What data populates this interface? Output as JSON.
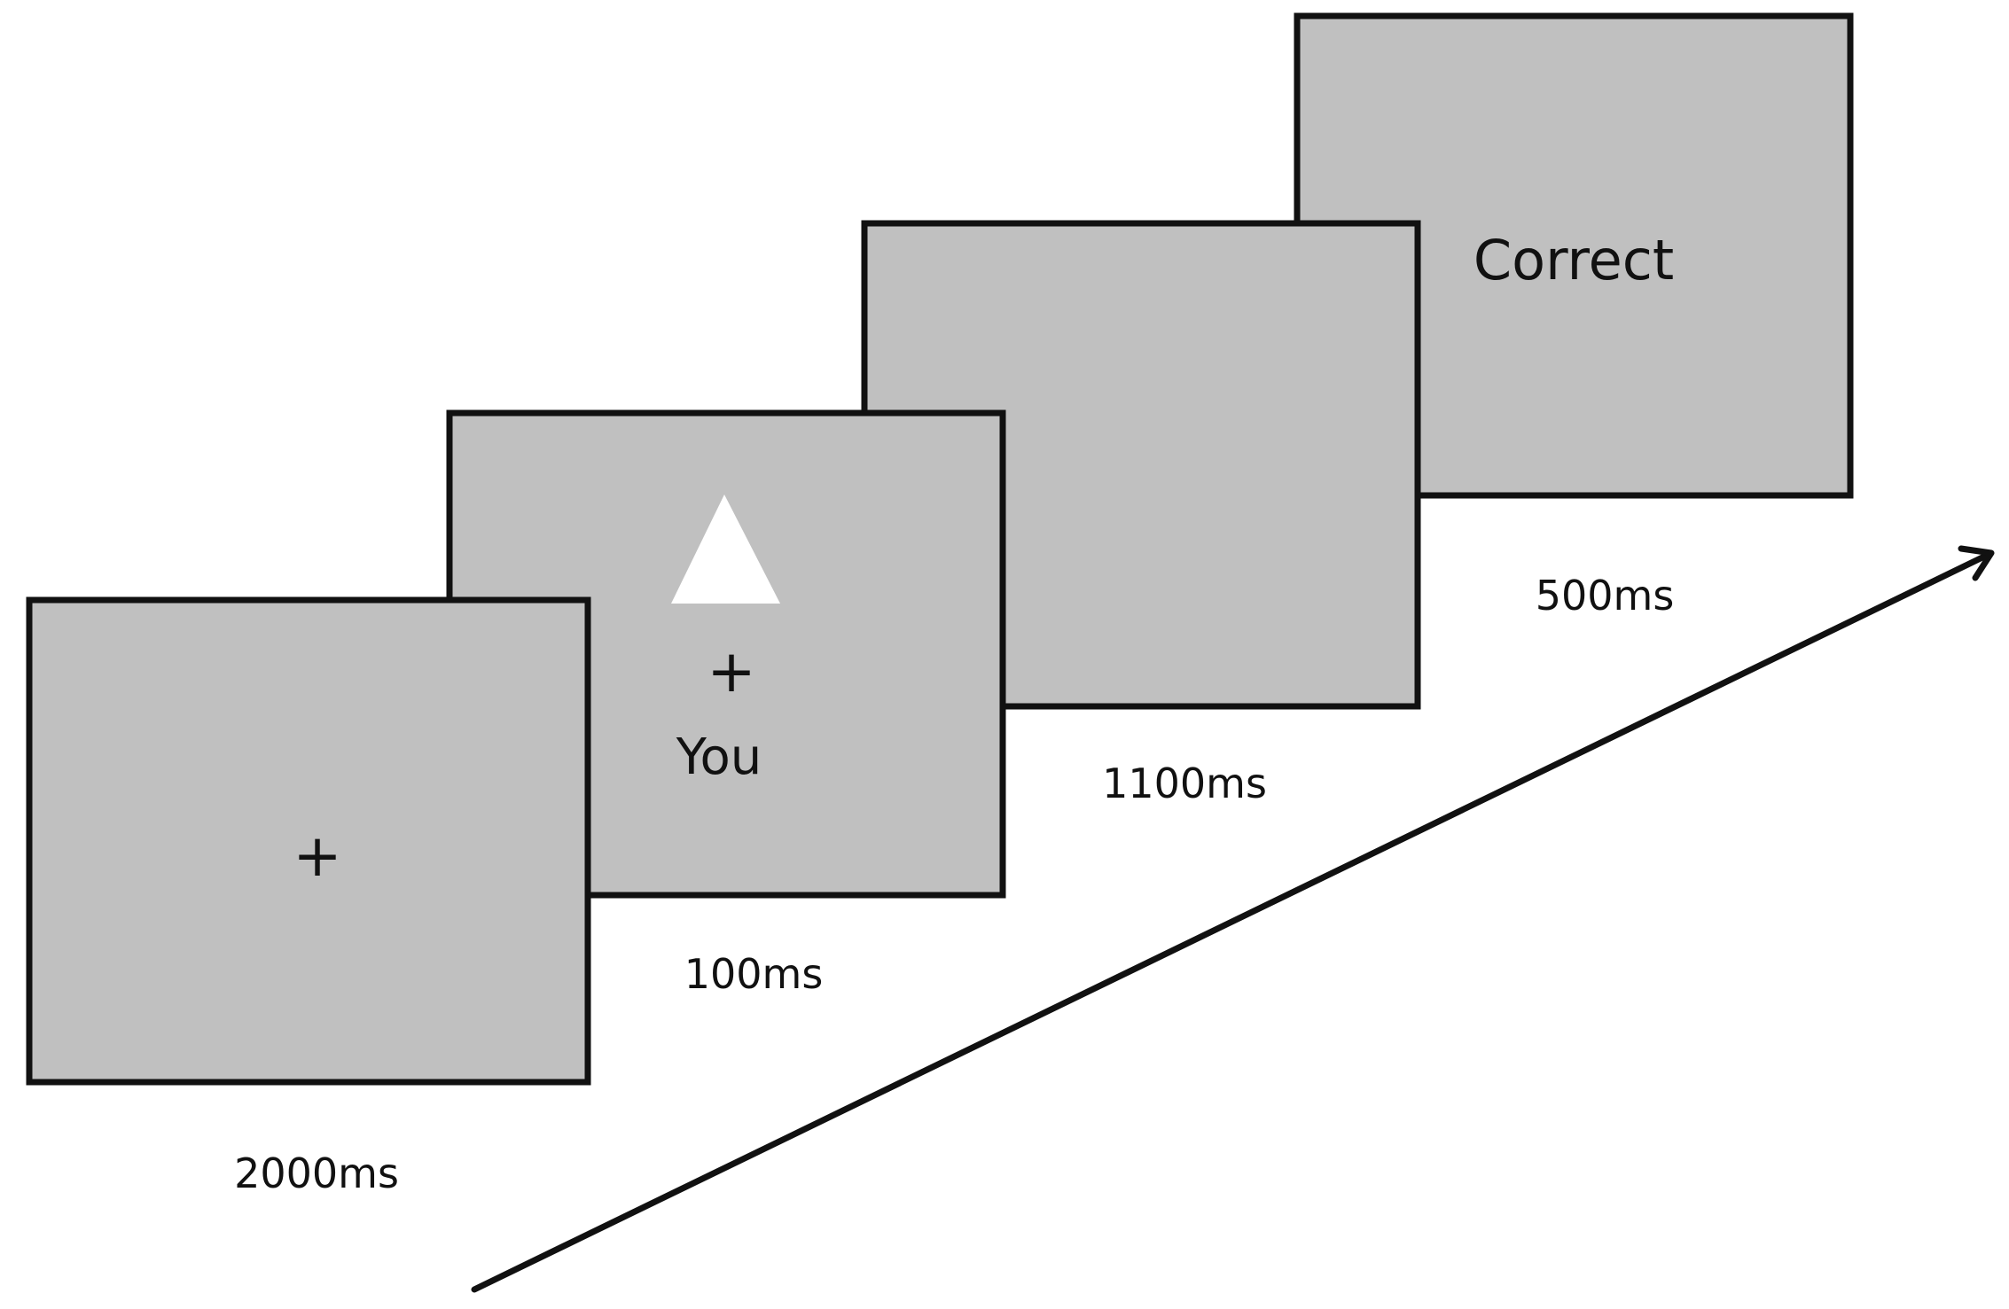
{
  "frames": [
    {
      "fixation": "+",
      "duration": "2000ms"
    },
    {
      "fixation": "+",
      "stimulus_label": "You",
      "shape_icon": "triangle-icon",
      "duration": "100ms"
    },
    {
      "duration": "1100ms"
    },
    {
      "feedback_label": "Correct",
      "duration": "500ms"
    }
  ],
  "colors": {
    "frame_fill": "#c0c0c0",
    "frame_border": "#111111",
    "triangle": "#ffffff",
    "arrow": "#111111"
  }
}
